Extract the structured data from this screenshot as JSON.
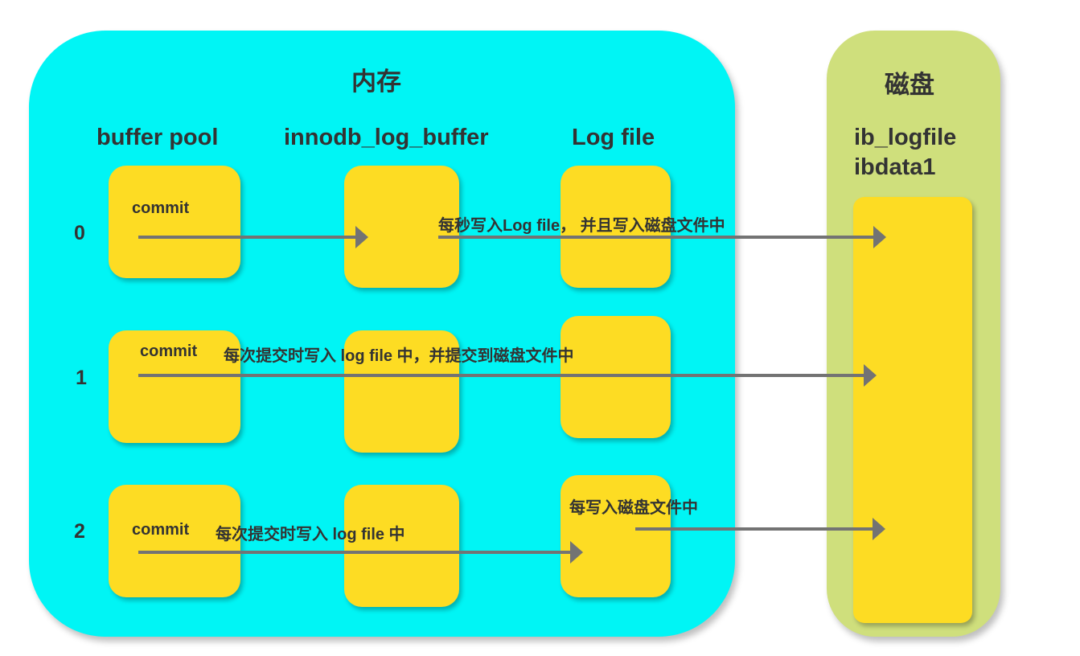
{
  "memory": {
    "title": "内存",
    "columns": [
      "buffer pool",
      "innodb_log_buffer",
      "Log file"
    ]
  },
  "disk": {
    "title": "磁盘",
    "file_labels": [
      "ib_logfile",
      "ibdata1"
    ]
  },
  "rows": [
    {
      "label": "0",
      "commit_label": "commit",
      "note": "每秒写入Log file， 并且写入磁盘文件中"
    },
    {
      "label": "1",
      "commit_label": "commit",
      "note": "每次提交时写入  log file 中，并提交到磁盘文件中"
    },
    {
      "label": "2",
      "commit_label": "commit",
      "note_before_logfile": "每次提交时写入  log file 中",
      "note_after_logfile": "每写入磁盘文件中"
    }
  ],
  "colors": {
    "memory": "#00f5f5",
    "disk": "#cfdf7c",
    "block": "#fddc23",
    "arrow": "#737373"
  }
}
